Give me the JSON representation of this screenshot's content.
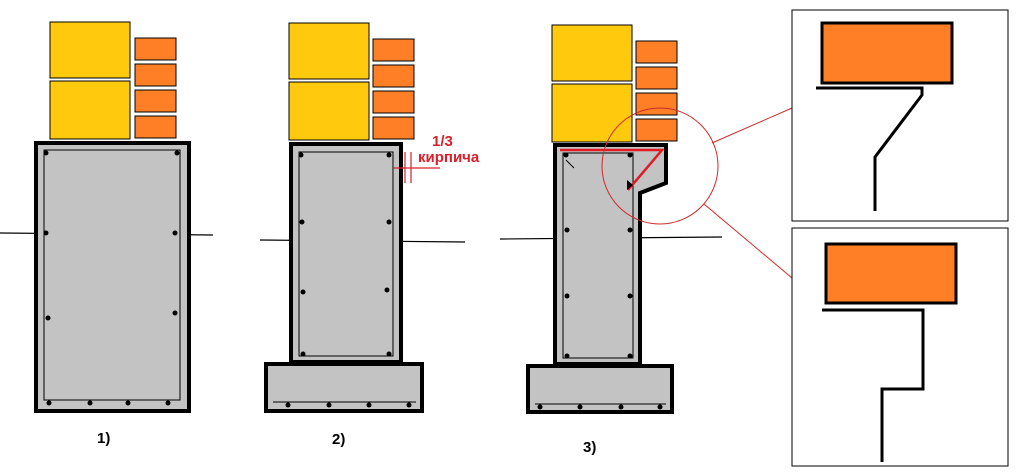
{
  "labels": {
    "fig1": "1)",
    "fig2": "2)",
    "fig3": "3)",
    "annotation_fraction": "1/3",
    "annotation_word": "кирпича"
  },
  "colors": {
    "yellow_block": "#ffc90e",
    "orange_brick": "#ff7f27",
    "concrete": "#c3c3c3",
    "outline": "#000000",
    "annotation_red": "#d9202b",
    "zoom_circle": "#d02a2a"
  }
}
